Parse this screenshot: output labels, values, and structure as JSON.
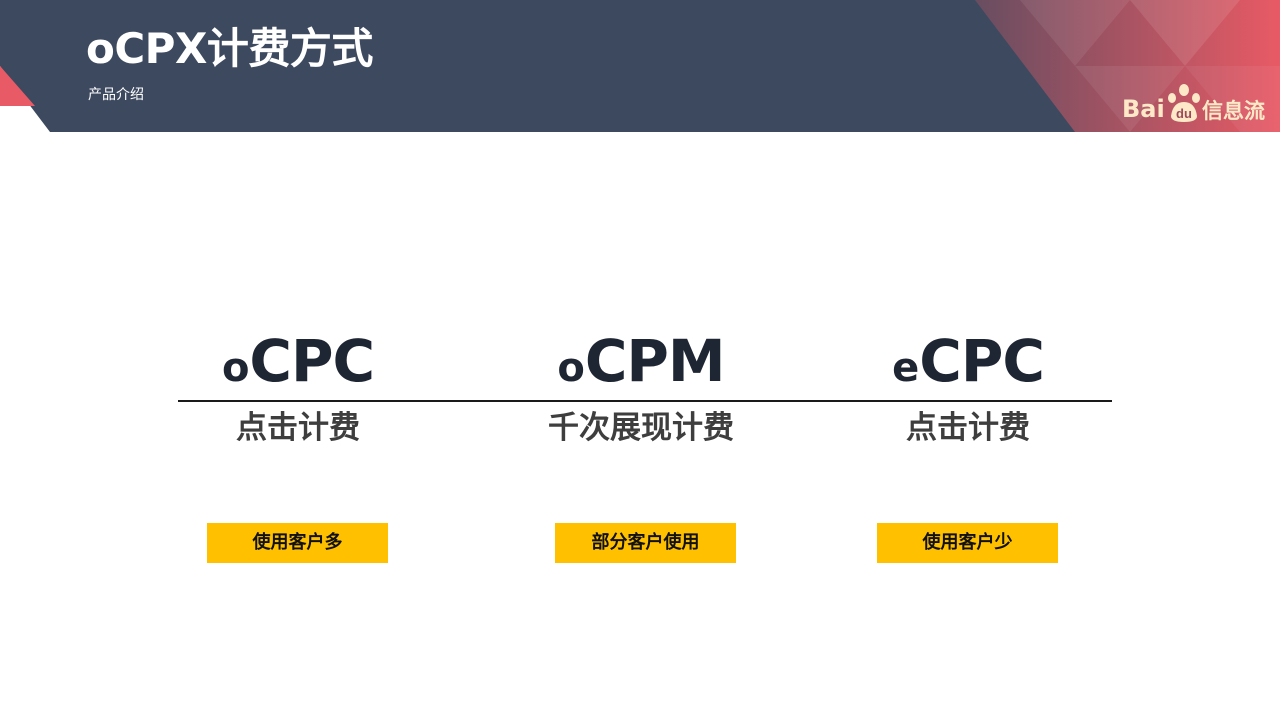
{
  "header": {
    "title": "oCPX计费方式",
    "subtitle": "产品介绍",
    "logo": {
      "latin": "Bai",
      "paw_text": "du",
      "chinese": "信息流"
    }
  },
  "colors": {
    "header_bg": "#3d495f",
    "accent": "#e85a65",
    "heading": "#1f2633",
    "tag_bg": "#ffc000"
  },
  "columns": [
    {
      "prefix": "o",
      "name": "CPC",
      "billing": "点击计费",
      "tag": "使用客户多"
    },
    {
      "prefix": "o",
      "name": "CPM",
      "billing": "千次展现计费",
      "tag": "部分客户使用"
    },
    {
      "prefix": "e",
      "name": "CPC",
      "billing": "点击计费",
      "tag": "使用客户少"
    }
  ]
}
